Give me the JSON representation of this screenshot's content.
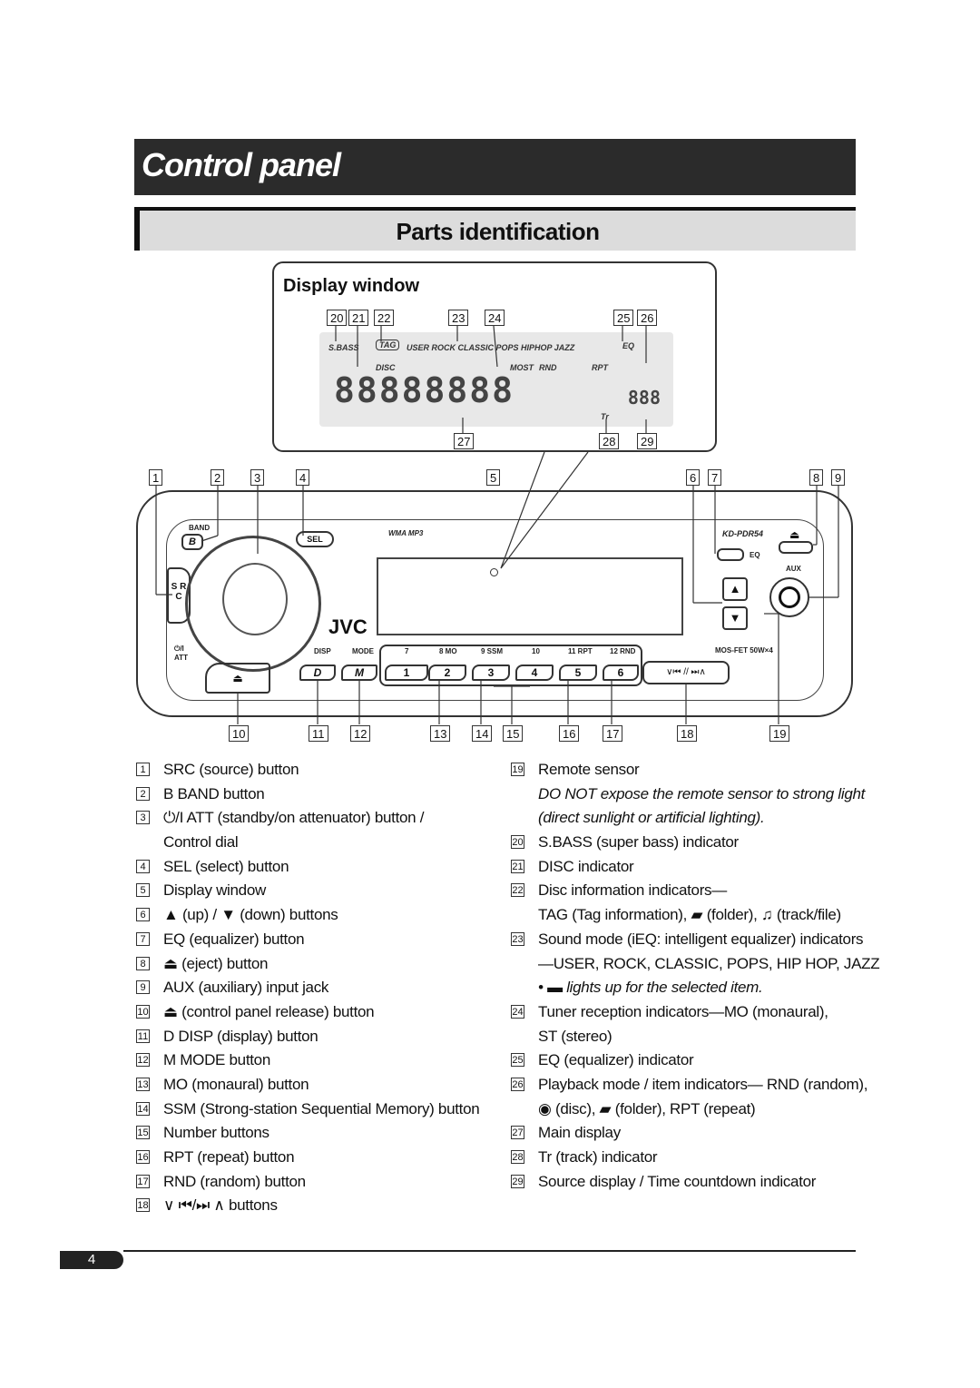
{
  "header": {
    "title": "Control panel",
    "section": "Parts identification"
  },
  "display_window": {
    "title": "Display window",
    "lcd_labels": {
      "sbass": "S.BASS",
      "tag": "TAG",
      "disc": "DISC",
      "modes": "USER ROCK CLASSIC POPS HIPHOP JAZZ",
      "eq": "EQ",
      "most": "MOST",
      "rnd": "RND",
      "rpt": "RPT",
      "tr": "Tr",
      "main_segments": "88888888",
      "source_segments": "888"
    },
    "callouts": [
      "20",
      "21",
      "22",
      "23",
      "24",
      "25",
      "26",
      "27",
      "28",
      "29"
    ]
  },
  "panel": {
    "model": "KD-PDR54",
    "formats": "WMA MP3",
    "brand": "JVC",
    "band_label": "BAND",
    "b_label": "B",
    "sel_label": "SEL",
    "src_label": "S R C",
    "power_label": "⏻/I ATT",
    "aux_label": "AUX",
    "eq_label": "EQ",
    "disp_label": "DISP",
    "mode_label": "MODE",
    "d_label": "D",
    "m_label": "M",
    "mosfet": "MOS-FET 50W×4",
    "top_row": [
      "7",
      "8 MO",
      "9 SSM",
      "10",
      "11 RPT",
      "12 RND"
    ],
    "number_buttons": [
      "1",
      "2",
      "3",
      "4",
      "5",
      "6"
    ],
    "skip_label": "∨⏮ // ⏭∧",
    "callouts_top": [
      "1",
      "2",
      "3",
      "4",
      "5",
      "6",
      "7",
      "8",
      "9"
    ],
    "callouts_bottom": [
      "10",
      "11",
      "12",
      "13",
      "14",
      "15",
      "16",
      "17",
      "18",
      "19"
    ]
  },
  "left_items": [
    {
      "n": "1",
      "t": "SRC (source) button"
    },
    {
      "n": "2",
      "t": "B BAND button"
    },
    {
      "n": "3",
      "t": "⏻/I ATT (standby/on attenuator) button /"
    },
    {
      "n": "",
      "t": "Control dial"
    },
    {
      "n": "4",
      "t": "SEL (select) button"
    },
    {
      "n": "5",
      "t": "Display window"
    },
    {
      "n": "6",
      "t": "▲ (up) / ▼ (down) buttons"
    },
    {
      "n": "7",
      "t": "EQ (equalizer) button"
    },
    {
      "n": "8",
      "t": "⏏ (eject) button"
    },
    {
      "n": "9",
      "t": "AUX (auxiliary) input jack"
    },
    {
      "n": "10",
      "t": "⏏ (control panel release) button"
    },
    {
      "n": "11",
      "t": "D DISP (display) button"
    },
    {
      "n": "12",
      "t": "M MODE button"
    },
    {
      "n": "13",
      "t": "MO (monaural) button"
    },
    {
      "n": "14",
      "t": "SSM (Strong-station Sequential Memory) button"
    },
    {
      "n": "15",
      "t": "Number buttons"
    },
    {
      "n": "16",
      "t": "RPT (repeat) button"
    },
    {
      "n": "17",
      "t": "RND (random) button"
    },
    {
      "n": "18",
      "t": "∨ ⏮/⏭ ∧ buttons"
    }
  ],
  "right_items": [
    {
      "n": "19",
      "t": "Remote sensor",
      "i": false
    },
    {
      "n": "",
      "t": "DO NOT expose the remote sensor to strong light",
      "i": true
    },
    {
      "n": "",
      "t": "(direct sunlight or artificial lighting).",
      "i": true
    },
    {
      "n": "20",
      "t": "S.BASS (super bass) indicator",
      "i": false
    },
    {
      "n": "21",
      "t": "DISC indicator",
      "i": false
    },
    {
      "n": "22",
      "t": "Disc information indicators—",
      "i": false
    },
    {
      "n": "",
      "t": "TAG (Tag information), ▰ (folder), ♫ (track/file)",
      "i": false
    },
    {
      "n": "23",
      "t": "Sound mode (iEQ: intelligent equalizer) indicators",
      "i": false
    },
    {
      "n": "",
      "t": "—USER, ROCK, CLASSIC, POPS, HIP HOP, JAZZ",
      "i": false
    },
    {
      "n": "",
      "t": "• ▬ lights up for the selected item.",
      "i": true
    },
    {
      "n": "24",
      "t": "Tuner reception indicators—MO (monaural),",
      "i": false
    },
    {
      "n": "",
      "t": "ST (stereo)",
      "i": false
    },
    {
      "n": "25",
      "t": "EQ (equalizer) indicator",
      "i": false
    },
    {
      "n": "26",
      "t": "Playback mode / item indicators— RND (random),",
      "i": false
    },
    {
      "n": "",
      "t": "◉ (disc), ▰ (folder), RPT (repeat)",
      "i": false
    },
    {
      "n": "27",
      "t": "Main display",
      "i": false
    },
    {
      "n": "28",
      "t": "Tr (track) indicator",
      "i": false
    },
    {
      "n": "29",
      "t": "Source display / Time countdown indicator",
      "i": false
    }
  ],
  "footer": {
    "page_number": "4"
  }
}
